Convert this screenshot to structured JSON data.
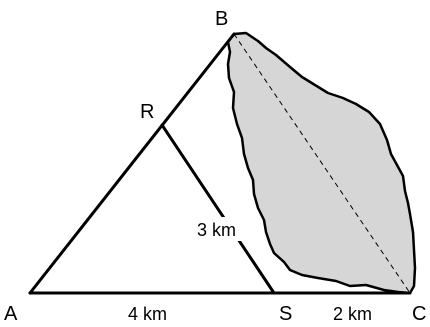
{
  "points": {
    "A": "A",
    "B": "B",
    "C": "C",
    "R": "R",
    "S": "S"
  },
  "distances": {
    "AS": "4 km",
    "SC": "2 km",
    "RS": "3 km"
  },
  "colors": {
    "stroke": "#000000",
    "region_fill": "#d6d6d6",
    "background": "#ffffff"
  }
}
